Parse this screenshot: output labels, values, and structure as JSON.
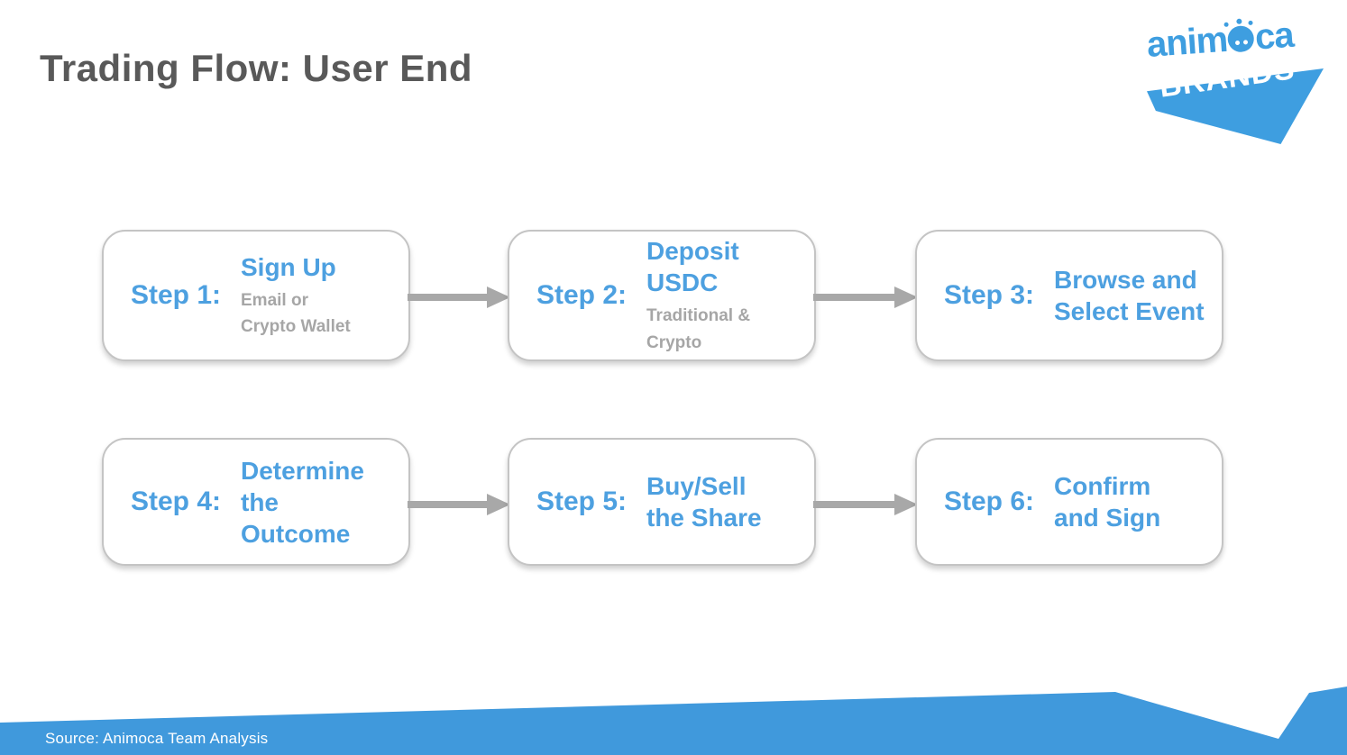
{
  "slide": {
    "title": "Trading Flow: User End",
    "source": "Source: Animoca Team Analysis"
  },
  "logo": {
    "wordmark": "animoca",
    "wordmark_pre": "anim",
    "wordmark_post": "ca",
    "banner": "BRANDS"
  },
  "colors": {
    "accent_blue": "#4DA0E0",
    "logo_blue": "#3E9EE0",
    "band_blue": "#4099DC",
    "muted_gray": "#A6A6A6",
    "title_gray": "#595959",
    "arrow_gray": "#A8A8A8",
    "box_border": "#C4C4C4"
  },
  "steps": [
    {
      "label": "Step 1:",
      "title": "Sign Up",
      "subtitle": "Email or\nCrypto Wallet"
    },
    {
      "label": "Step 2:",
      "title": "Deposit USDC",
      "subtitle": "Traditional & Crypto"
    },
    {
      "label": "Step 3:",
      "title": "Browse and\nSelect Event",
      "subtitle": ""
    },
    {
      "label": "Step 4:",
      "title": "Determine\nthe Outcome",
      "subtitle": ""
    },
    {
      "label": "Step 5:",
      "title": "Buy/Sell\nthe Share",
      "subtitle": ""
    },
    {
      "label": "Step 6:",
      "title": "Confirm\nand Sign",
      "subtitle": ""
    }
  ]
}
